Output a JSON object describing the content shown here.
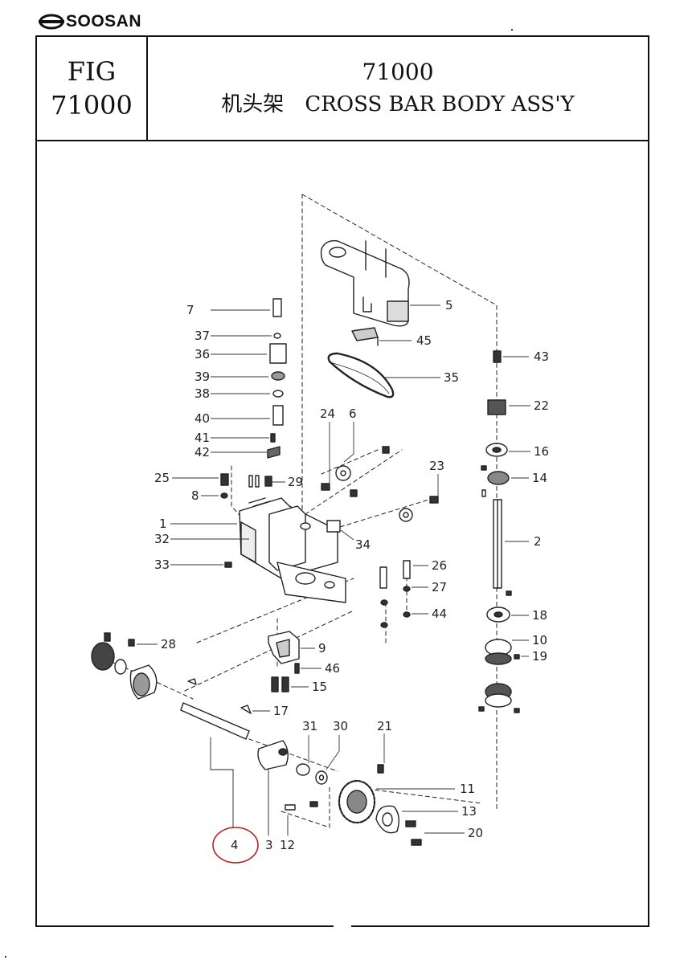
{
  "brand": {
    "name": "SOOSAN"
  },
  "header": {
    "fig_label": "FIG",
    "fig_number": "71000",
    "title_number": "71000",
    "title_cn": "机头架",
    "title_en": "CROSS BAR BODY ASS'Y"
  },
  "callouts": [
    "1",
    "2",
    "3",
    "4",
    "5",
    "6",
    "7",
    "8",
    "9",
    "10",
    "11",
    "12",
    "13",
    "14",
    "15",
    "16",
    "17",
    "18",
    "19",
    "20",
    "21",
    "22",
    "23",
    "24",
    "25",
    "26",
    "27",
    "28",
    "29",
    "30",
    "31",
    "32",
    "33",
    "34",
    "35",
    "36",
    "37",
    "38",
    "39",
    "40",
    "41",
    "42",
    "43",
    "44",
    "45",
    "46"
  ],
  "highlight": {
    "part": "4",
    "color": "#b22222"
  },
  "colors": {
    "line": "#222222",
    "highlight": "#b22222"
  }
}
